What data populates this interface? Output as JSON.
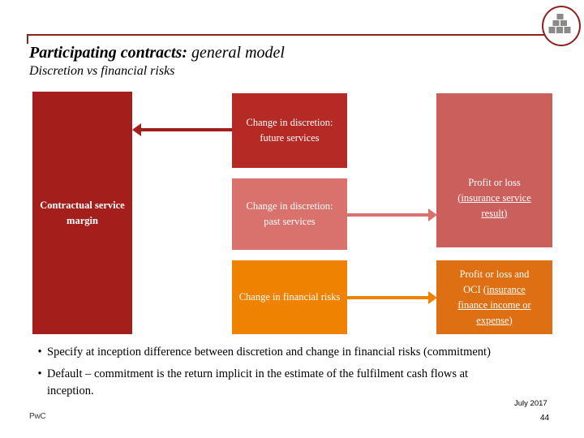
{
  "slide": {
    "title_main_bold": "Participating contracts:",
    "title_main_rest": " general model",
    "title_sub": "Discretion vs financial risks",
    "logo_name": "pwc-logo"
  },
  "diagram": {
    "csm_box": {
      "label": "Contractual service margin",
      "color": "#a41f1c"
    },
    "middle_boxes": [
      {
        "label": "Change in discretion: future services",
        "color": "#b52a25"
      },
      {
        "label": "Change in discretion: past services",
        "color": "#d9726c"
      },
      {
        "label": "Change in financial risks",
        "color": "#ef8200"
      }
    ],
    "right_boxes": [
      {
        "line1": "Profit or loss",
        "line2": "(insurance service",
        "line3": "result)",
        "color": "#cb5f5c"
      },
      {
        "line1": "Profit or loss and",
        "line2": "OCI (insurance",
        "line3": "finance income or",
        "line4": "expense)",
        "color": "#df6f13"
      }
    ],
    "arrows": [
      {
        "name": "arrow-to-csm",
        "direction": "left",
        "color": "#a41f1c"
      },
      {
        "name": "arrow-past-services-to-profit-or-loss",
        "direction": "right",
        "color": "#d9726c"
      },
      {
        "name": "arrow-financial-risks-to-oci",
        "direction": "right",
        "color": "#ef8200"
      }
    ]
  },
  "bullets": [
    {
      "marker": "•",
      "text": "Specify at inception difference between discretion and change in financial risks (commitment)"
    },
    {
      "marker": "•",
      "text": "Default – commitment is the return implicit in the estimate of the fulfilment cash flows at inception."
    }
  ],
  "footer": {
    "brand": "PwC",
    "date": "July 2017",
    "page": "44"
  }
}
